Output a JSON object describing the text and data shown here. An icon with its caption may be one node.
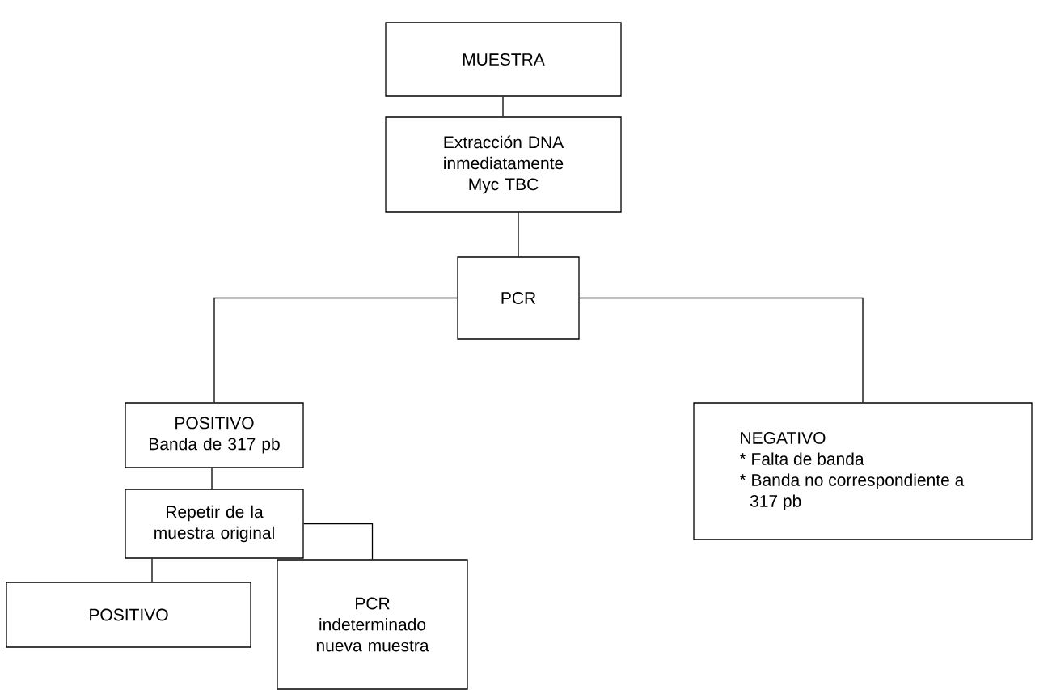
{
  "diagram": {
    "nodes": [
      {
        "text": [
          "MUESTRA"
        ]
      },
      {
        "text": [
          "Extracción DNA inmediatamente Myc TBC"
        ]
      },
      {
        "text": [
          "PCR"
        ]
      },
      {
        "text": [
          "POSITIVO",
          "Banda de 317 pb"
        ]
      },
      {
        "text": [
          "Repetir de la muestra original"
        ]
      },
      {
        "text": [
          "POSITIVO"
        ]
      },
      {
        "text": [
          "PCR indeterminado nueva muestra"
        ]
      },
      {
        "text": [
          "NEGATIVO",
          "* Falta de banda",
          "* Banda no correspondiente a 317 pb"
        ]
      }
    ],
    "edges": [
      {
        "from": 0,
        "to": 1,
        "arrow": "none"
      },
      {
        "from": 1,
        "to": 2,
        "arrow": "none"
      },
      {
        "from": 2,
        "to": 3,
        "arrow": "none"
      },
      {
        "from": 2,
        "to": 7,
        "arrow": "none"
      },
      {
        "from": 3,
        "to": 4,
        "arrow": "none"
      },
      {
        "from": 4,
        "to": 5,
        "arrow": "none"
      },
      {
        "from": 4,
        "to": 6,
        "arrow": "none"
      }
    ]
  }
}
